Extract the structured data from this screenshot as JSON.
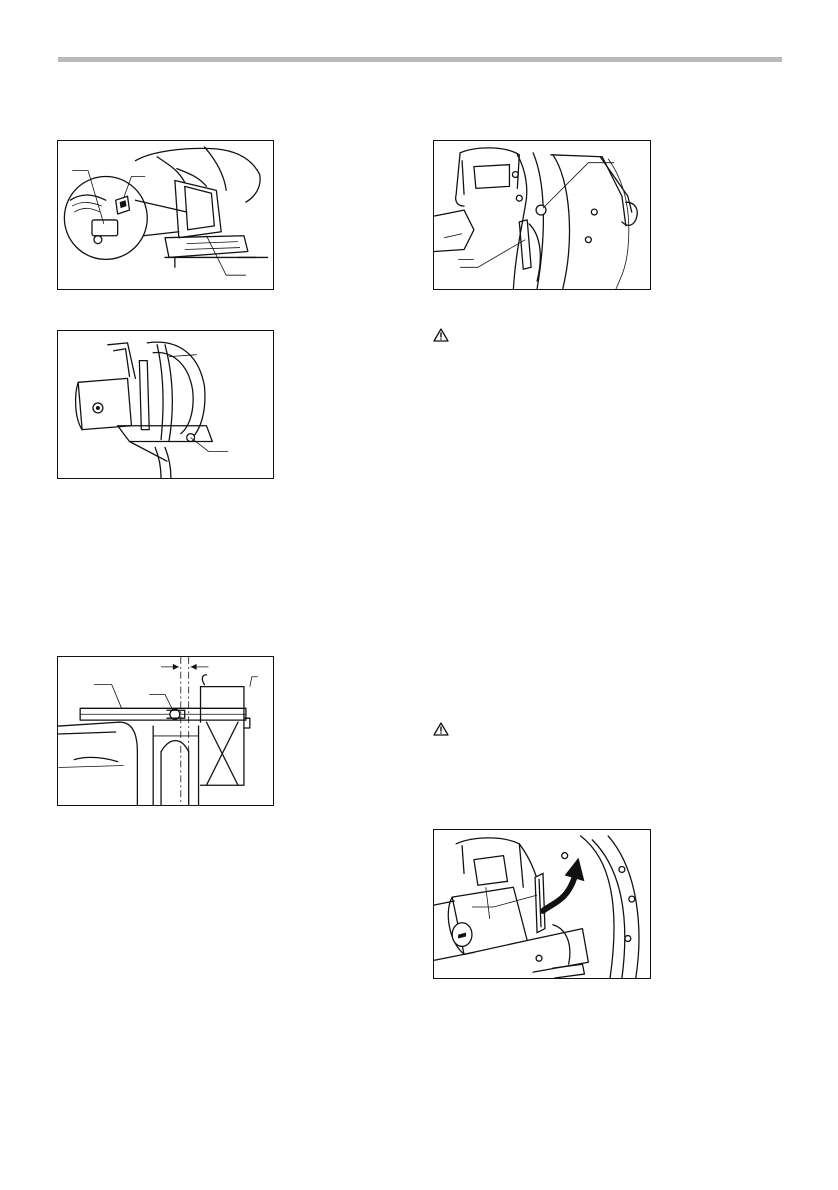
{
  "page": {
    "header_rule_color": "#b9b9b9",
    "line_color": "#111111"
  },
  "figures": [
    {
      "id": "fig-1",
      "subject": "saw-blade-guard-closeup",
      "callout_lines": 3
    },
    {
      "id": "fig-2",
      "subject": "circular-saw-side-view",
      "callout_lines": 1
    },
    {
      "id": "fig-3",
      "subject": "base-plate-adjustment",
      "callout_lines": 3
    },
    {
      "id": "fig-4",
      "subject": "motor-housing-screw",
      "callout_lines": 2
    },
    {
      "id": "fig-5",
      "subject": "lever-rotation",
      "callout_lines": 1
    }
  ],
  "icons": {
    "warning": "warning-triangle-icon",
    "rotate_arrow": "curved-arrow-icon"
  }
}
